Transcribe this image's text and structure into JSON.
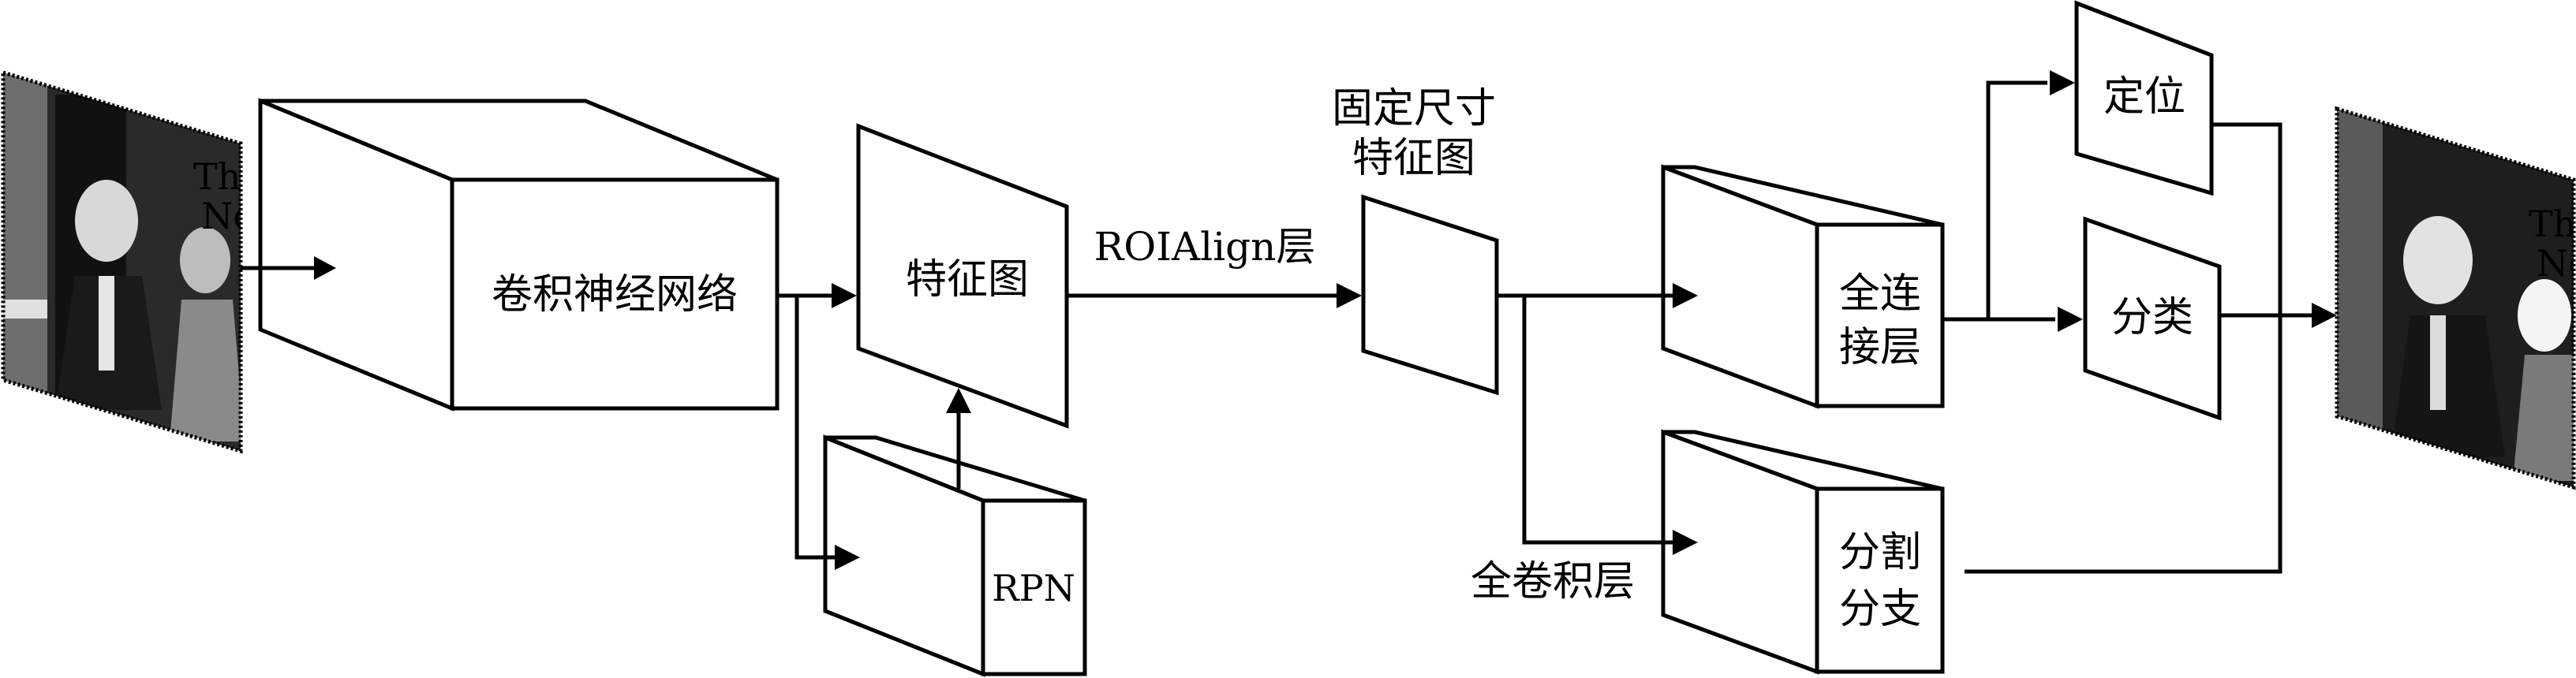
{
  "labels": {
    "cnn": "卷积神经网络",
    "feature_map": "特征图",
    "rpn": "RPN",
    "roi_align": "ROIAlign层",
    "fixed_size_line1": "固定尺寸",
    "fixed_size_line2": "特征图",
    "fc_line1": "全连",
    "fc_line2": "接层",
    "fully_conv": "全卷积层",
    "mask_line1": "分割",
    "mask_line2": "分支",
    "localization": "定位",
    "classification": "分类"
  },
  "colors": {
    "stroke": "#000000",
    "background": "#ffffff"
  }
}
